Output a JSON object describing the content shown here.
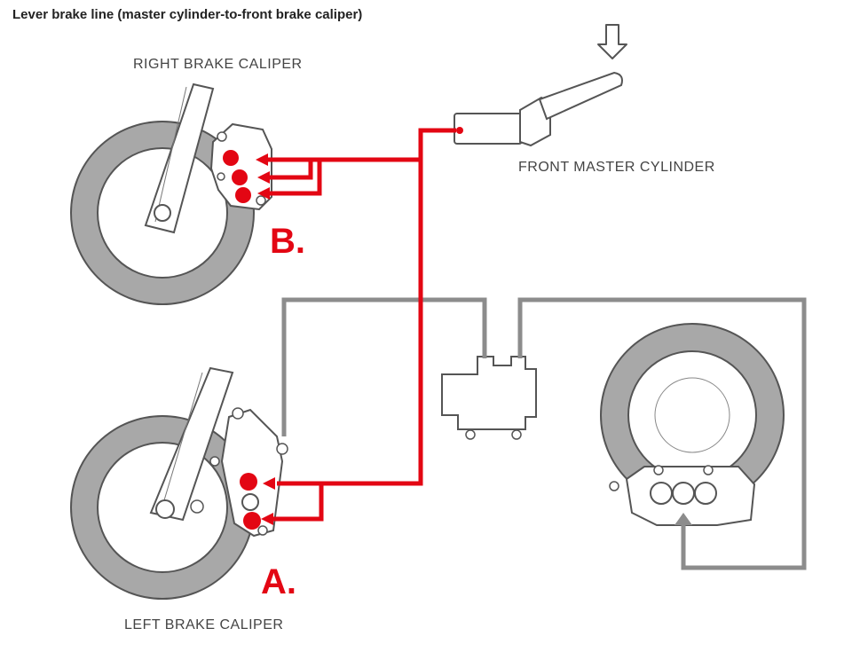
{
  "header": {
    "title": "Lever brake line (master cylinder-to-front brake caliper)"
  },
  "labels": {
    "right_caliper": "RIGHT BRAKE CALIPER",
    "front_master_cylinder": "FRONT MASTER CYLINDER",
    "left_caliper": "LEFT BRAKE CALIPER",
    "marker_a": "A.",
    "marker_b": "B."
  },
  "colors": {
    "lever_line": "#e30613",
    "linked_line": "#8c8c8c",
    "disc": "#a8a8a8",
    "outline": "#555555"
  },
  "icons": [
    "press-arrow-icon"
  ]
}
